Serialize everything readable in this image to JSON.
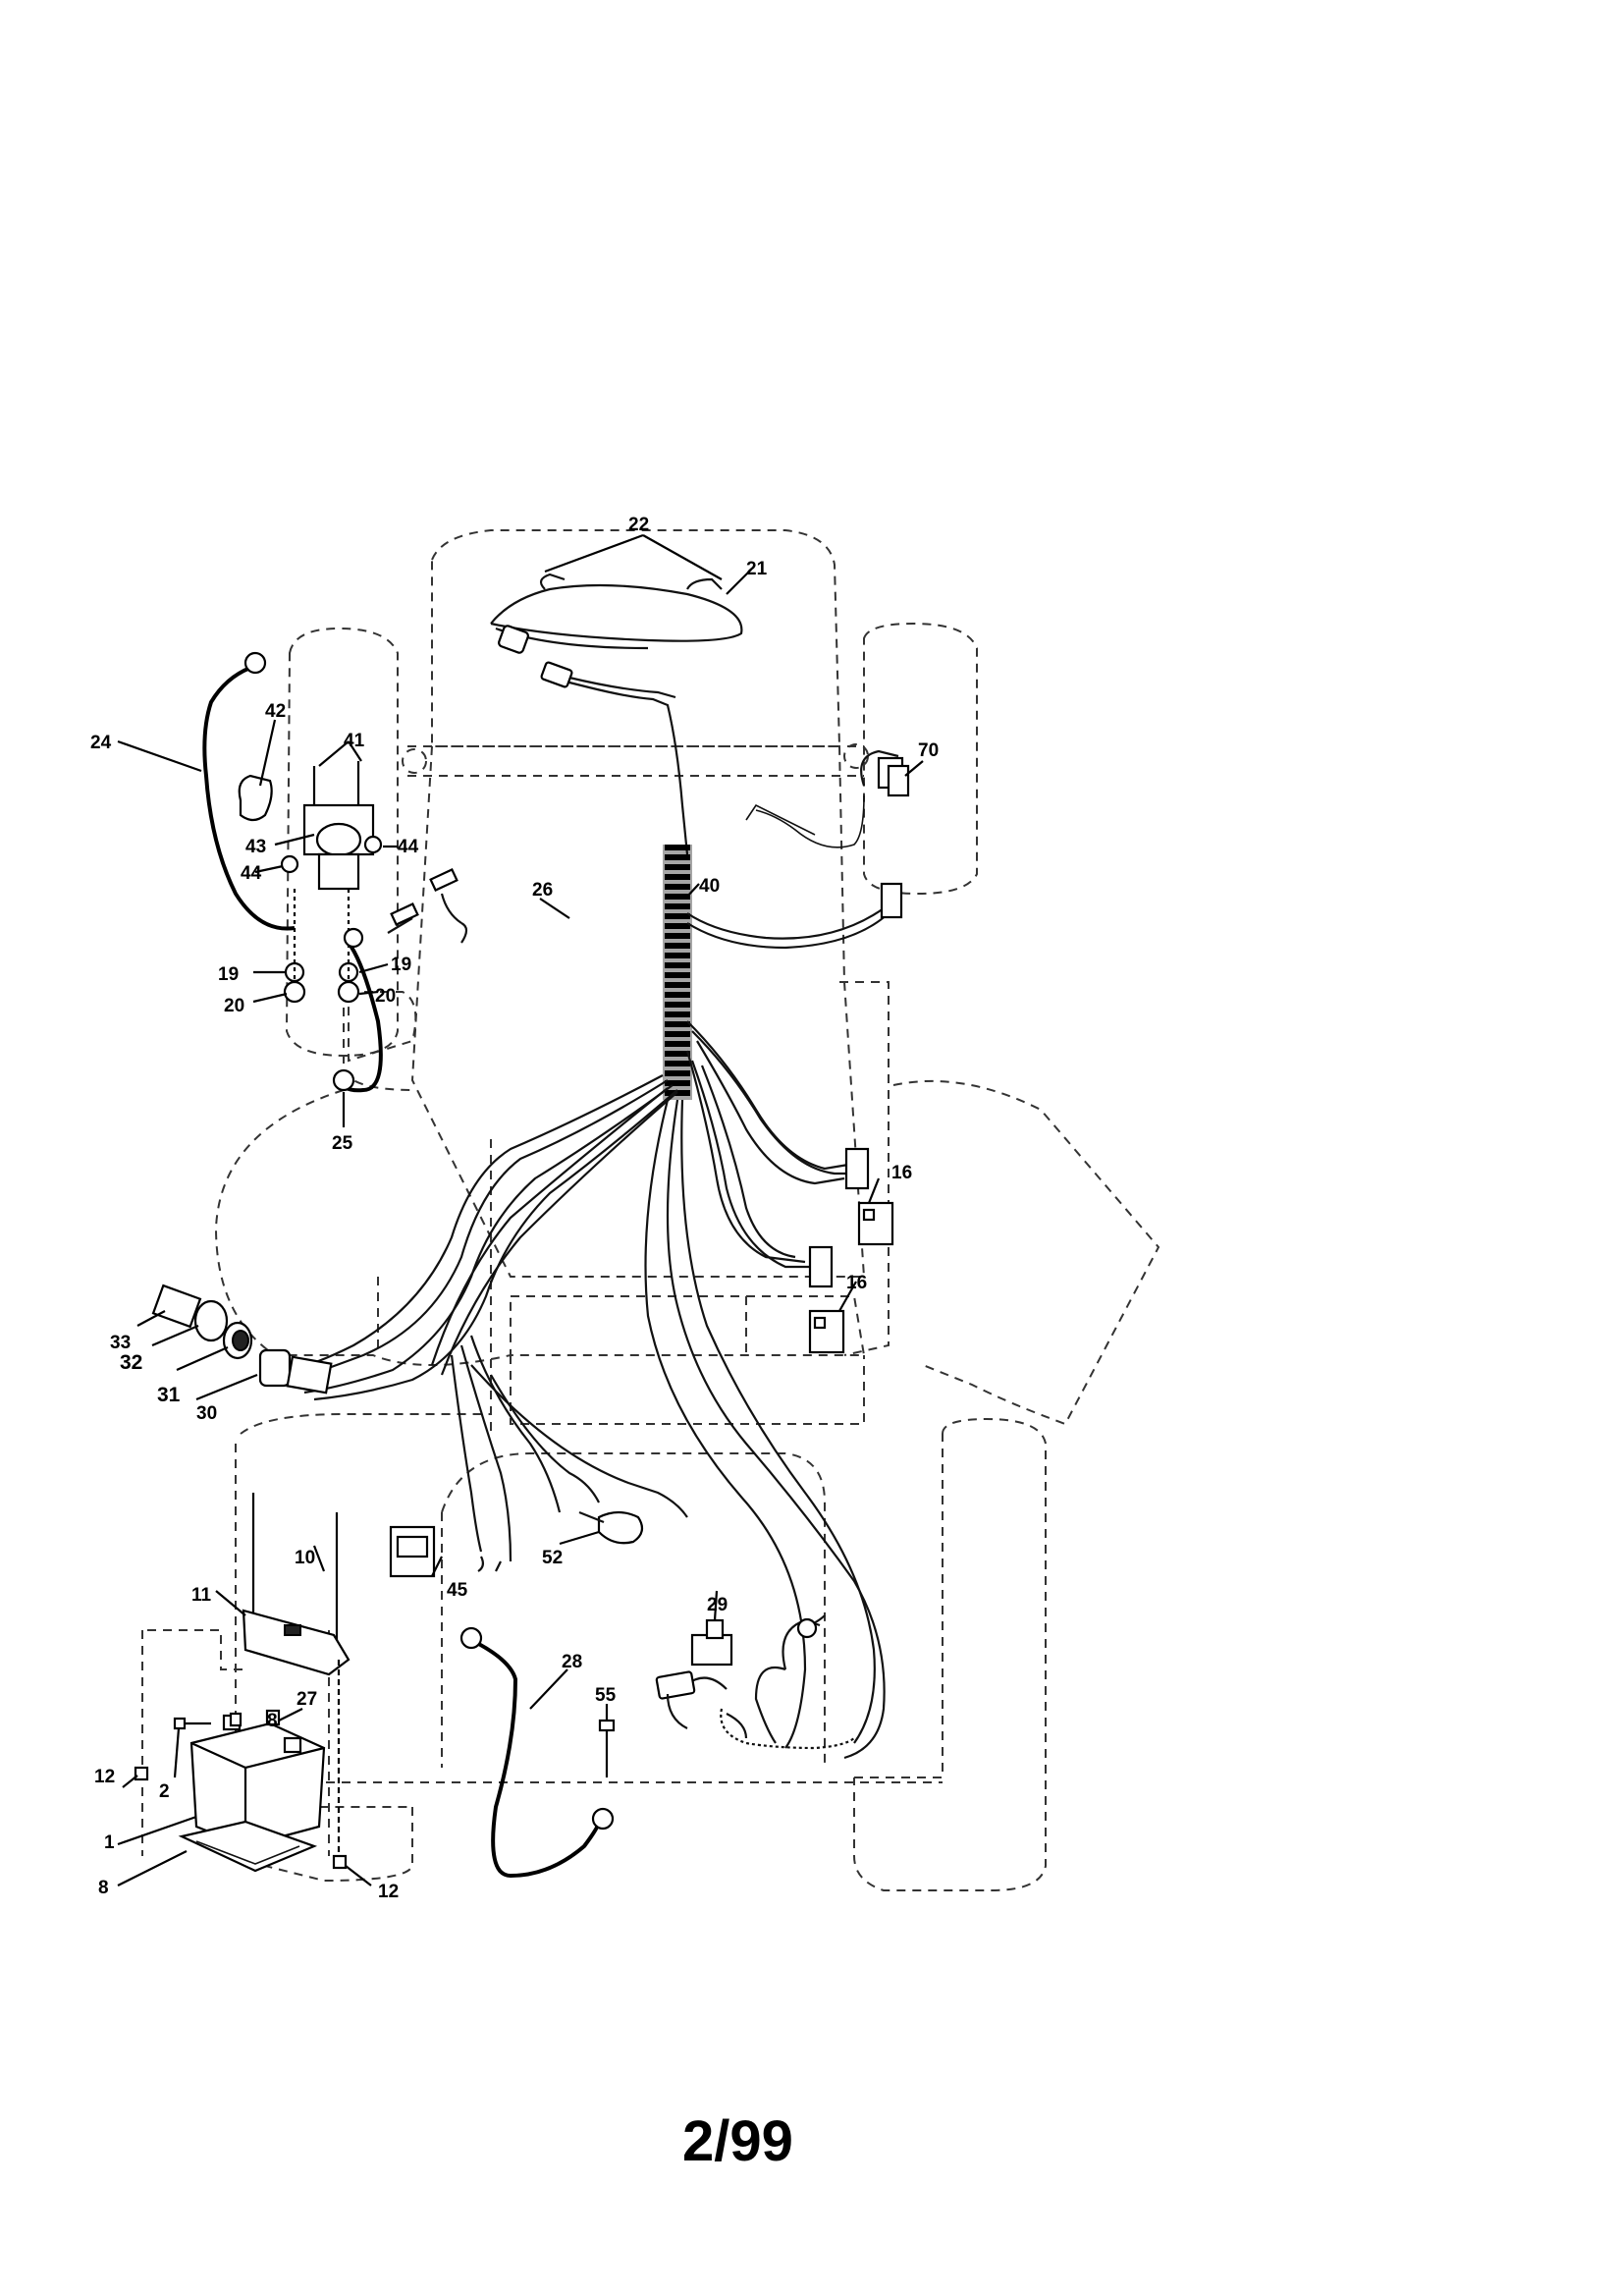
{
  "callouts": {
    "c1": "1",
    "c2": "2",
    "c8a": "8",
    "c8b": "8",
    "c10": "10",
    "c11": "11",
    "c12a": "12",
    "c12b": "12",
    "c16a": "16",
    "c16b": "16",
    "c19a": "19",
    "c19b": "19",
    "c20a": "20",
    "c20b": "20",
    "c21": "21",
    "c22": "22",
    "c24": "24",
    "c25": "25",
    "c26": "26",
    "c27": "27",
    "c28": "28",
    "c29": "29",
    "c30": "30",
    "c31": "31",
    "c32": "32",
    "c33": "33",
    "c40": "40",
    "c41": "41",
    "c42": "42",
    "c43": "43",
    "c44a": "44",
    "c44b": "44",
    "c45": "45",
    "c52": "52",
    "c55": "55",
    "c70": "70"
  },
  "page_number": "2/99"
}
